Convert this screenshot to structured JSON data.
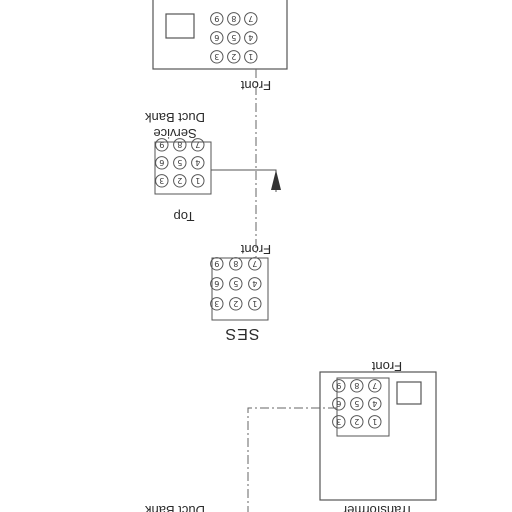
{
  "labels": {
    "front_top": "Front",
    "service_duct_line1": "Service",
    "service_duct_line2": "Duct Bank",
    "top": "Top",
    "front_mid": "Front",
    "ses": "SES",
    "front_bottom": "Front",
    "duct_bank_bottom": "Duct Bank",
    "transformer": "Transformer"
  },
  "conduit_numbers": [
    "1",
    "2",
    "3",
    "4",
    "5",
    "6",
    "7",
    "8",
    "9"
  ]
}
